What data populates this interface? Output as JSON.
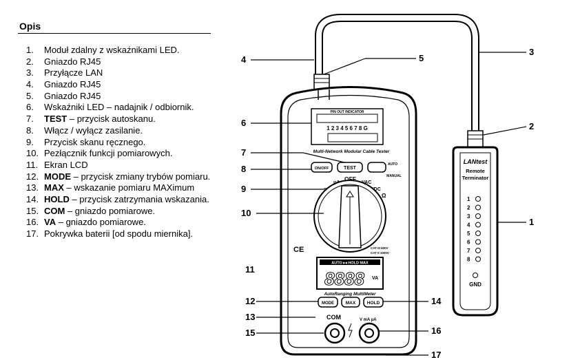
{
  "title": "Opis",
  "items": [
    {
      "num": "1.",
      "bold": "",
      "text": "Moduł zdalny z wskaźnikami LED."
    },
    {
      "num": "2.",
      "bold": "",
      "text": "Gniazdo RJ45"
    },
    {
      "num": "3.",
      "bold": "",
      "text": "Przyłącze LAN"
    },
    {
      "num": "4.",
      "bold": "",
      "text": "Gniazdo RJ45"
    },
    {
      "num": "5.",
      "bold": "",
      "text": "Gniazdo RJ45"
    },
    {
      "num": "6.",
      "bold": "",
      "text": "Wskaźniki LED – nadajnik / odbiornik."
    },
    {
      "num": "7.",
      "bold": "TEST",
      "text": " – przycisk autoskanu."
    },
    {
      "num": "8.",
      "bold": "",
      "text": "Włącz / wyłącz zasilanie."
    },
    {
      "num": "9.",
      "bold": "",
      "text": "Przycisk skanu ręcznego."
    },
    {
      "num": "10.",
      "bold": "",
      "text": "Pezłącznik funkcji pomiarowych."
    },
    {
      "num": "11.",
      "bold": "",
      "text": "Ekran LCD"
    },
    {
      "num": "12.",
      "bold": "MODE",
      "text": " – przycisk zmiany trybów pomiaru."
    },
    {
      "num": "13.",
      "bold": "MAX",
      "text": " – wskazanie pomiaru MAXimum"
    },
    {
      "num": "14.",
      "bold": "HOLD",
      "text": " – przycisk zatrzymania wskazania."
    },
    {
      "num": "15.",
      "bold": "COM",
      "text": " – gniazdo pomiarowe."
    },
    {
      "num": "16.",
      "bold": "VA",
      "text": " – gniazdo pomiarowe."
    },
    {
      "num": "17.",
      "bold": "",
      "text": "Pokrywka baterii [od spodu miernika]."
    }
  ],
  "callouts": [
    "4",
    "5",
    "3",
    "6",
    "2",
    "7",
    "8",
    "9",
    "10",
    "1",
    "11",
    "12",
    "14",
    "13",
    "15",
    "16",
    "17"
  ],
  "device": {
    "pin_indicator": "PIN OUT INDICATOR",
    "pin_numbers": "1 2 3 4 5 6 7 8 G",
    "model_name": "Multi-Network Modular Cable Tester",
    "btn_onoff": "ON/OFF",
    "btn_test": "TEST",
    "btn_auto": "AUTO",
    "btn_manual": "MANUAL",
    "dial_ma": "mA",
    "dial_ua": "µA",
    "dial_off": "OFF",
    "dial_vac": "VAC",
    "dial_vdc": "VDC",
    "dial_ohm": "Ω",
    "ce": "CE",
    "cat1": "CAT III 600V",
    "cat2": "CAT II 1000V",
    "lcd_top": "AUTO ▸◂ HOLD MAX",
    "lcd_digits": "8888",
    "lcd_unit": "VA",
    "subtitle": "AutoRanging MultiMeter",
    "btn_mode": "MODE",
    "btn_max": "MAX",
    "btn_hold": "HOLD",
    "com": "COM",
    "va_jack": "V mA µA",
    "remote_brand": "LANtest",
    "remote_title": "Remote",
    "remote_title2": "Terminator",
    "led_labels": [
      "1",
      "2",
      "3",
      "4",
      "5",
      "6",
      "7",
      "8"
    ],
    "gnd": "GND"
  }
}
